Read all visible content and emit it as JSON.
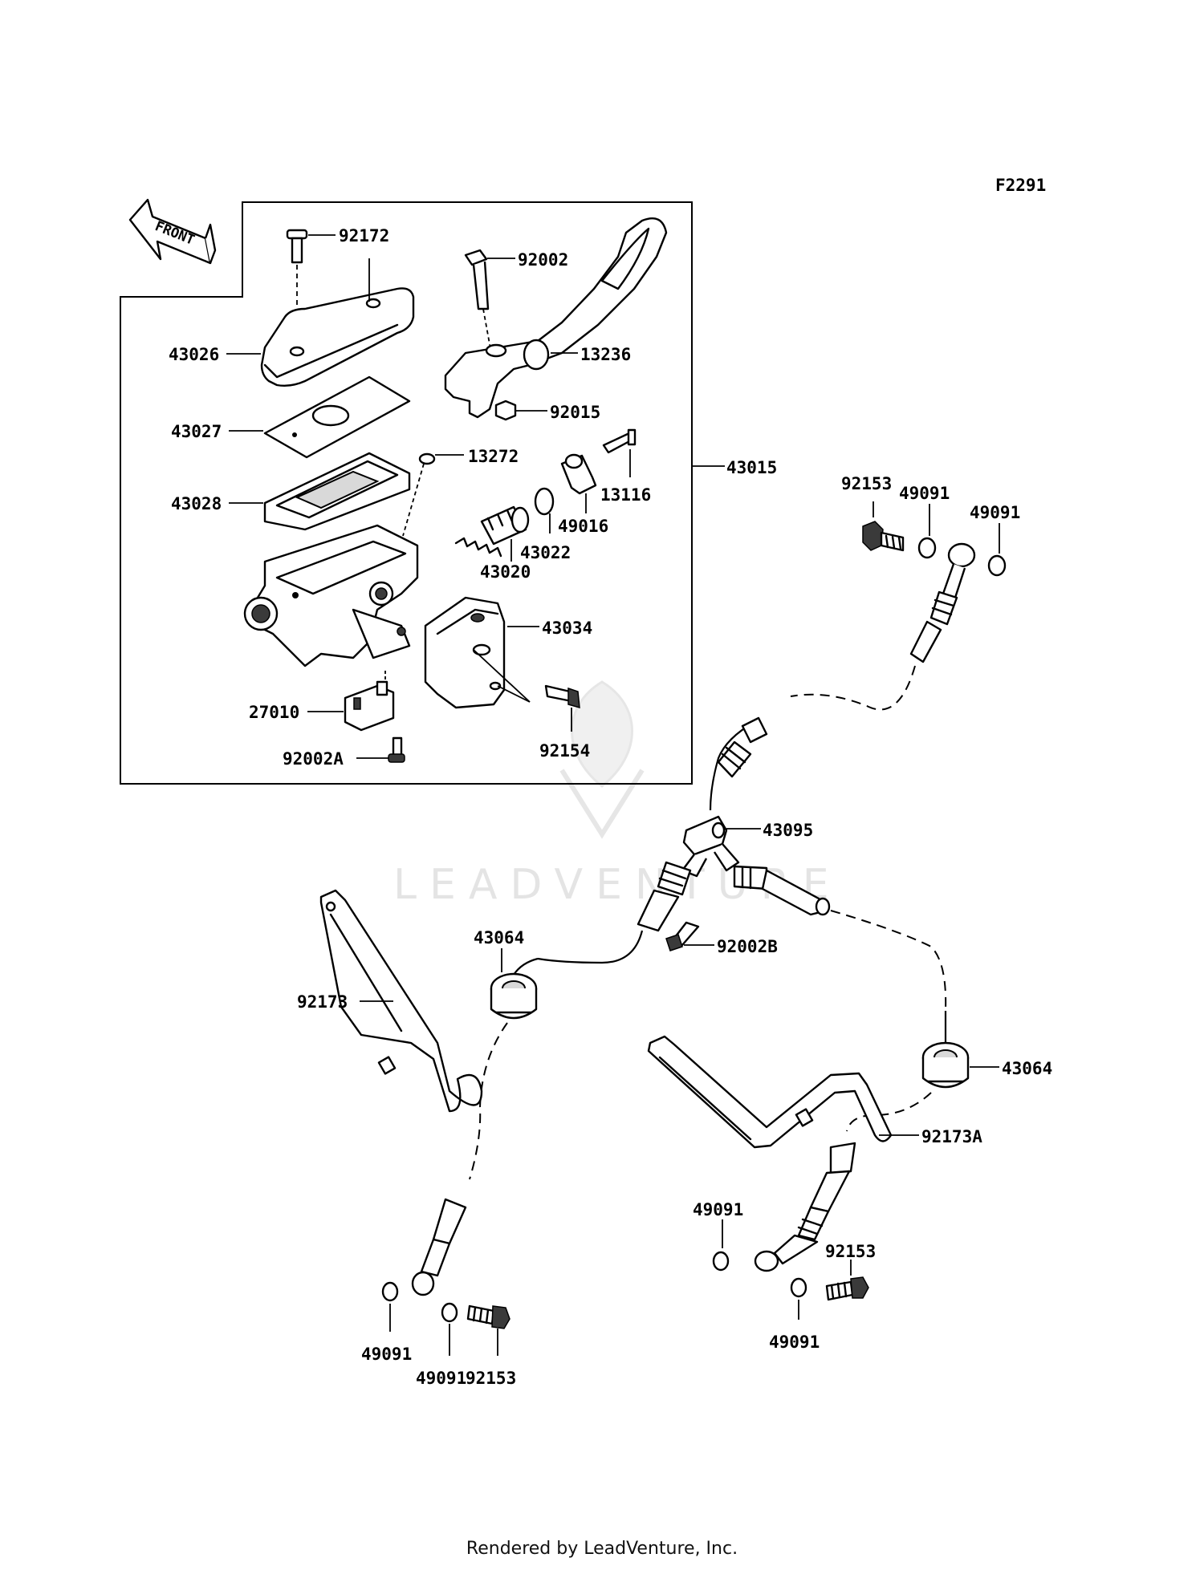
{
  "diagram_code": "F2291",
  "front_label": "FRONT",
  "watermark": "LEADVENTURE",
  "footer": "Rendered by LeadVenture, Inc.",
  "labels": {
    "p92172": "92172",
    "p92002": "92002",
    "p43026": "43026",
    "p13236": "13236",
    "p92015": "92015",
    "p43027": "43027",
    "p13272": "13272",
    "p43015": "43015",
    "p13116": "13116",
    "p43028": "43028",
    "p49016": "49016",
    "p43022": "43022",
    "p43020": "43020",
    "p43034": "43034",
    "p27010": "27010",
    "p92002A": "92002A",
    "p92154": "92154",
    "p92153_top": "92153",
    "p49091_top1": "49091",
    "p49091_top2": "49091",
    "p43095": "43095",
    "p43064_left": "43064",
    "p92002B": "92002B",
    "p92173": "92173",
    "p43064_right": "43064",
    "p92173A": "92173A",
    "p49091_r1": "49091",
    "p92153_r": "92153",
    "p49091_r2": "49091",
    "p49091_l1": "49091",
    "p49091_l2": "49091",
    "p92153_l": "92153"
  }
}
